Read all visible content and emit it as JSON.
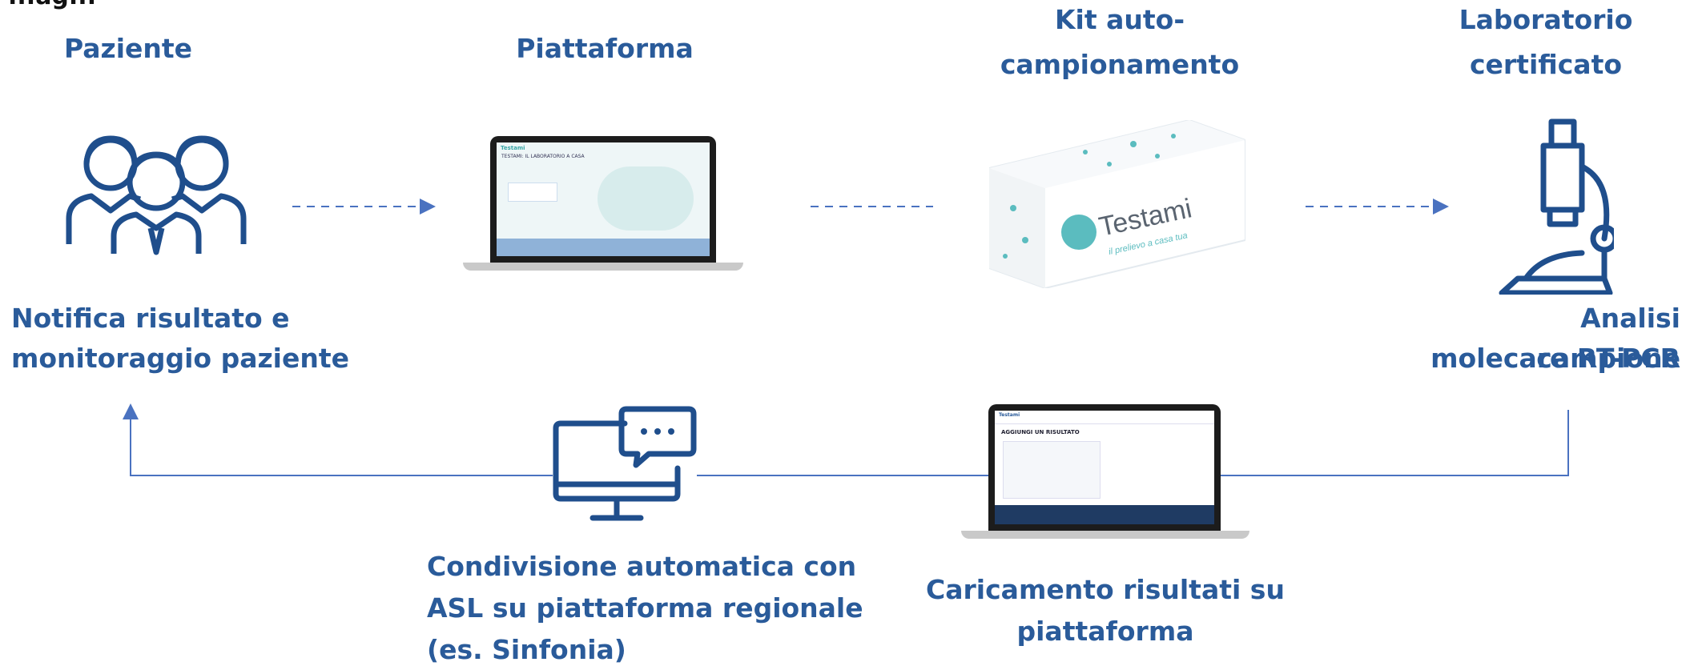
{
  "header": {
    "cut_title": "...ag..."
  },
  "nodes": {
    "patient": {
      "title": "Paziente",
      "caption_1": "Notifica risultato e",
      "caption_2": "monitoraggio paziente"
    },
    "platform": {
      "title": "Piattaforma"
    },
    "kit": {
      "title_1": "Kit auto-",
      "title_2": "campionamento",
      "brand": "Testami",
      "tagline": "il prelievo a casa tua"
    },
    "lab": {
      "title_1": "Laboratorio",
      "title_2": "certificato",
      "caption_1": "Analisi campione",
      "caption_2": "molecare RT-PCR"
    },
    "share": {
      "caption_1": "Condivisione  automatica  con",
      "caption_2": "ASL su piattaforma regionale",
      "caption_3": "(es. Sinfonia)"
    },
    "upload": {
      "caption_1": "Caricamento risultati su",
      "caption_2": "piattaforma"
    }
  },
  "screens": {
    "platform_screen": {
      "logo": "Testami",
      "headline": "TESTAMI: IL LABORATORIO A CASA"
    },
    "upload_screen": {
      "logo": "Testami",
      "headline": "AGGIUNGI UN RISULTATO"
    }
  },
  "colors": {
    "primary": "#2a5b9a",
    "arrow": "#4a72c0",
    "icon": "#1f4e8c"
  }
}
